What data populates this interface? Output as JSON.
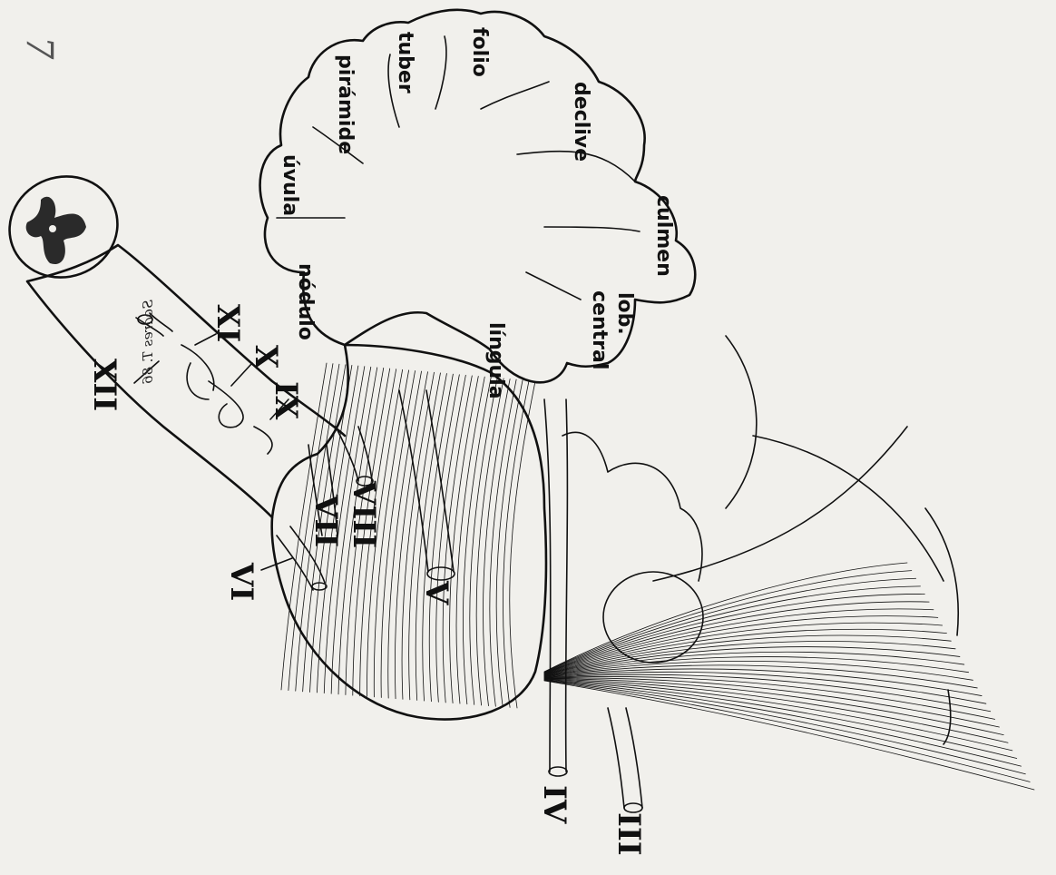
{
  "diagram": {
    "lobules": [
      {
        "id": "folio",
        "text": "folio"
      },
      {
        "id": "tuber",
        "text": "tuber"
      },
      {
        "id": "piramide",
        "text": "pirámide"
      },
      {
        "id": "uvula",
        "text": "úvula"
      },
      {
        "id": "nodulo",
        "text": "nódulo"
      },
      {
        "id": "declive",
        "text": "declive"
      },
      {
        "id": "culmen",
        "text": "culmen"
      },
      {
        "id": "lob",
        "text": "lob."
      },
      {
        "id": "central",
        "text": "central"
      },
      {
        "id": "lingula",
        "text": "língula"
      }
    ],
    "nerves": [
      {
        "id": "iii",
        "text": "III"
      },
      {
        "id": "iv",
        "text": "IV"
      },
      {
        "id": "v",
        "text": "V"
      },
      {
        "id": "vi",
        "text": "VI"
      },
      {
        "id": "vii",
        "text": "VII"
      },
      {
        "id": "viii",
        "text": "VIII"
      },
      {
        "id": "ix",
        "text": "IX"
      },
      {
        "id": "x",
        "text": "X"
      },
      {
        "id": "xi",
        "text": "XI"
      },
      {
        "id": "xii",
        "text": "XII"
      }
    ],
    "signature": "Soares T. 86",
    "corner_mark": "7"
  }
}
